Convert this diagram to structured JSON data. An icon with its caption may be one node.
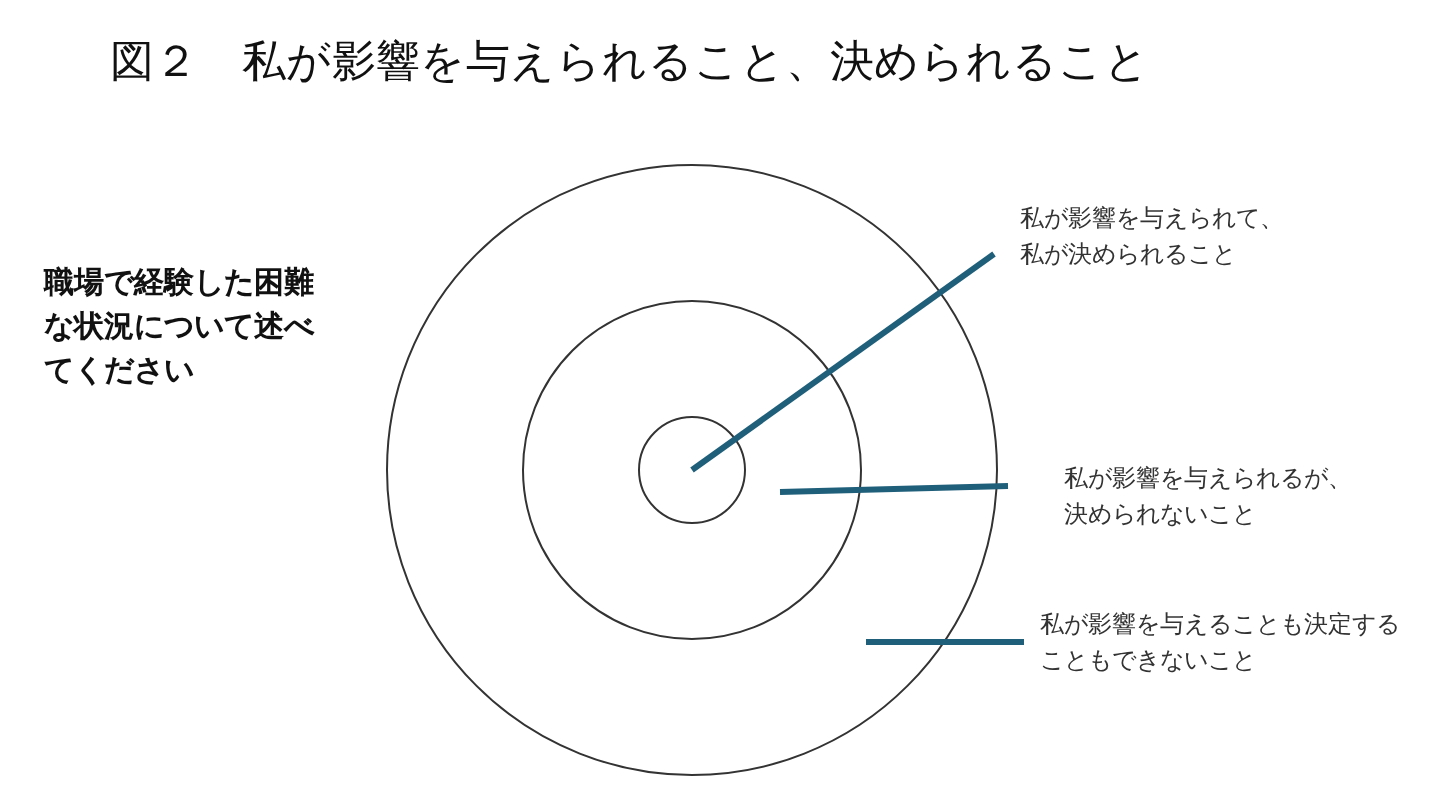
{
  "diagram": {
    "title": "図２　私が影響を与えられること、決められること",
    "nodes": [
      {
        "text": [],
        "shape": "circle"
      },
      {
        "text": [],
        "shape": "circle",
        "in": 0
      },
      {
        "text": [],
        "shape": "circle",
        "in": 1
      },
      {
        "text": [
          "私が影響を与えられて、私が決められること"
        ]
      },
      {
        "text": [
          "私が影響を与えられるが、決められないこと"
        ]
      },
      {
        "text": [
          "私が影響を与えることも決定することもできないこと"
        ]
      }
    ],
    "edges": [
      {
        "from": 3,
        "to": 2,
        "arrow": "none"
      },
      {
        "from": 4,
        "to": 1,
        "arrow": "none"
      },
      {
        "from": 5,
        "to": 0,
        "arrow": "none"
      }
    ],
    "labels": [
      "職場で経験した困難な状況について述べてください"
    ]
  }
}
